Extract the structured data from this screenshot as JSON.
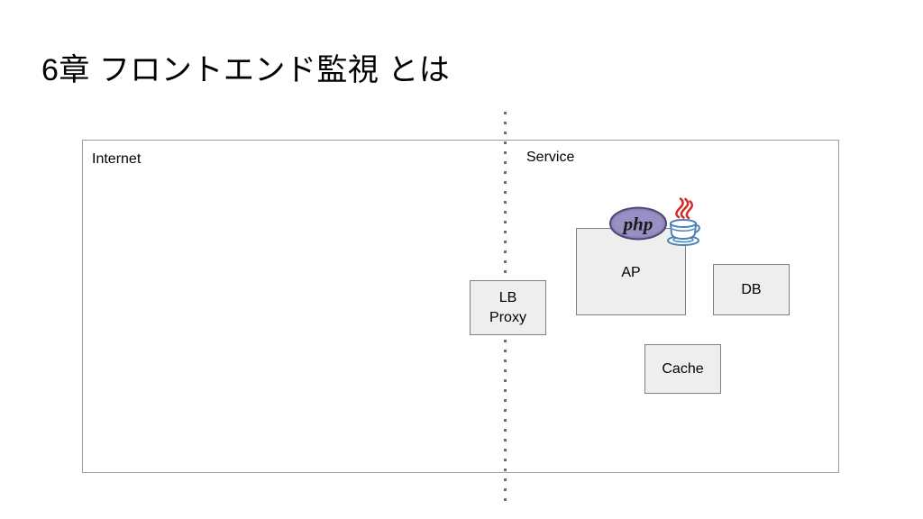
{
  "slide": {
    "title": "6章 フロントエンド監視 とは",
    "background_color": "#ffffff"
  },
  "diagram": {
    "frame": {
      "border_color": "#9a9a9a",
      "fill": "transparent"
    },
    "divider": {
      "name": "zone-divider",
      "style": "dotted",
      "color": "#6b6b6b",
      "orientation": "vertical"
    },
    "zones": [
      {
        "id": "internet",
        "label": "Internet"
      },
      {
        "id": "service",
        "label": "Service"
      }
    ],
    "nodes": [
      {
        "id": "lb-proxy",
        "label": "LB\nProxy",
        "fill": "#eeeeee",
        "border_color": "#808080"
      },
      {
        "id": "ap",
        "label": "AP",
        "fill": "#eeeeee",
        "border_color": "#808080"
      },
      {
        "id": "db",
        "label": "DB",
        "fill": "#eeeeee",
        "border_color": "#808080"
      },
      {
        "id": "cache",
        "label": "Cache",
        "fill": "#eeeeee",
        "border_color": "#808080"
      }
    ],
    "logos": [
      {
        "id": "php",
        "icon": "php-logo-icon",
        "text": "php",
        "ellipse_color": "#8d82b8",
        "ellipse_outline": "#4f4572",
        "text_color": "#1a1a1a"
      },
      {
        "id": "java",
        "icon": "java-logo-icon",
        "steam_color": "#d32a2a",
        "cup_color": "#4a82b8",
        "cup_fill": "#ffffff"
      }
    ]
  }
}
